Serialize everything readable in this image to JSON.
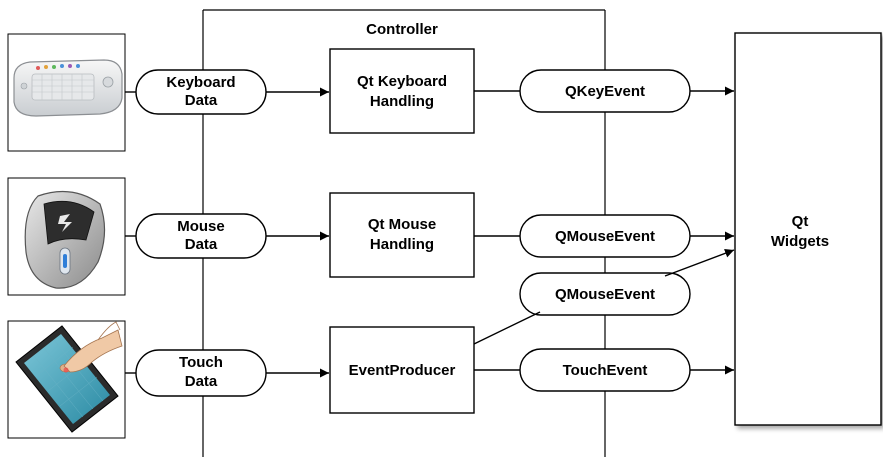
{
  "controller": {
    "title": "Controller"
  },
  "inputs": [
    {
      "line1": "Keyboard",
      "line2": "Data",
      "icon": "keyboard-icon"
    },
    {
      "line1": "Mouse",
      "line2": "Data",
      "icon": "mouse-icon"
    },
    {
      "line1": "Touch",
      "line2": "Data",
      "icon": "touch-tablet-icon"
    }
  ],
  "handlers": [
    {
      "line1": "Qt Keyboard",
      "line2": "Handling"
    },
    {
      "line1": "Qt Mouse",
      "line2": "Handling"
    },
    {
      "line1": "EventProducer",
      "line2": ""
    }
  ],
  "events": [
    {
      "label": "QKeyEvent"
    },
    {
      "label": "QMouseEvent"
    },
    {
      "label": "QMouseEvent"
    },
    {
      "label": "TouchEvent"
    }
  ],
  "target": {
    "line1": "Qt",
    "line2": "Widgets"
  }
}
